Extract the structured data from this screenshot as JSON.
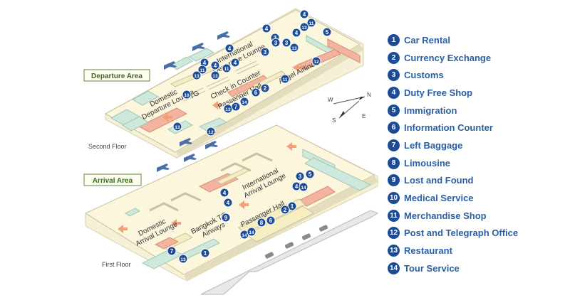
{
  "area_labels": {
    "departure": "Departure Area",
    "arrival": "Arrival Area"
  },
  "floor_labels": {
    "second": "Second Floor",
    "first": "First Floor"
  },
  "zone_labels": {
    "international_departure_lounge": [
      "International",
      "Departure Lounge"
    ],
    "domestic_departure_lounge": [
      "Domestic",
      "Departure Lounge"
    ],
    "check_in_counter": "Check in Counter",
    "passenger_hall_2f": "Passenger Hall",
    "angel_airlines": "Angel Airlines",
    "tg_2f": "TG",
    "international_arrival_lounge": [
      "International",
      "Arrival Lounge"
    ],
    "domestic_arrival_lounge": [
      "Domestic",
      "Arrival Lounge"
    ],
    "bangkok_tg_airways": [
      "Bangkok TG",
      "Airways"
    ],
    "passenger_hall_1f": "Passenger Hall"
  },
  "compass": {
    "n": "N",
    "e": "E",
    "s": "S",
    "w": "W"
  },
  "markers_second_floor": [
    {
      "n": "4"
    },
    {
      "n": "11"
    },
    {
      "n": "13"
    },
    {
      "n": "5"
    },
    {
      "n": "4"
    },
    {
      "n": "3"
    },
    {
      "n": "4"
    },
    {
      "n": "3"
    },
    {
      "n": "13"
    },
    {
      "n": "4"
    },
    {
      "n": "12"
    },
    {
      "n": "3"
    },
    {
      "n": "3"
    },
    {
      "n": "4"
    },
    {
      "n": "11"
    },
    {
      "n": "11"
    },
    {
      "n": "13"
    },
    {
      "n": "4"
    },
    {
      "n": "10"
    },
    {
      "n": "2"
    },
    {
      "n": "6"
    },
    {
      "n": "13"
    },
    {
      "n": "7"
    },
    {
      "n": "14"
    },
    {
      "n": "11"
    },
    {
      "n": "13"
    },
    {
      "n": "12"
    },
    {
      "n": "4"
    },
    {
      "n": "13"
    }
  ],
  "markers_first_floor": [
    {
      "n": "3"
    },
    {
      "n": "5"
    },
    {
      "n": "4"
    },
    {
      "n": "14"
    },
    {
      "n": "4"
    },
    {
      "n": "4"
    },
    {
      "n": "1"
    },
    {
      "n": "2"
    },
    {
      "n": "14"
    },
    {
      "n": "9"
    },
    {
      "n": "8"
    },
    {
      "n": "6"
    },
    {
      "n": "14"
    },
    {
      "n": "7"
    },
    {
      "n": "13"
    },
    {
      "n": "1"
    }
  ],
  "legend": [
    {
      "num": "1",
      "label": "Car Rental"
    },
    {
      "num": "2",
      "label": "Currency Exchange"
    },
    {
      "num": "3",
      "label": "Customs"
    },
    {
      "num": "4",
      "label": "Duty Free Shop"
    },
    {
      "num": "5",
      "label": "Immigration"
    },
    {
      "num": "6",
      "label": "Information Counter"
    },
    {
      "num": "7",
      "label": "Left Baggage"
    },
    {
      "num": "8",
      "label": "Limousine"
    },
    {
      "num": "9",
      "label": "Lost and Found"
    },
    {
      "num": "10",
      "label": "Medical  Service"
    },
    {
      "num": "11",
      "label": "Merchandise Shop"
    },
    {
      "num": "12",
      "label": "Post and Telegraph Office"
    },
    {
      "num": "13",
      "label": "Restaurant"
    },
    {
      "num": "14",
      "label": "Tour Service"
    }
  ],
  "colors": {
    "floor": "#fbf6dc",
    "floor_edge": "#d8d2b0",
    "wall": "#e8e3c8",
    "shop_green": "#cfe8dc",
    "shop_salmon": "#f2b49e",
    "shop_yellow": "#f6eec0",
    "area_box_border": "#5b8a36",
    "area_box_text": "#3b6a1f",
    "marker": "#1c4c95",
    "legend_text": "#2b5fa3"
  }
}
